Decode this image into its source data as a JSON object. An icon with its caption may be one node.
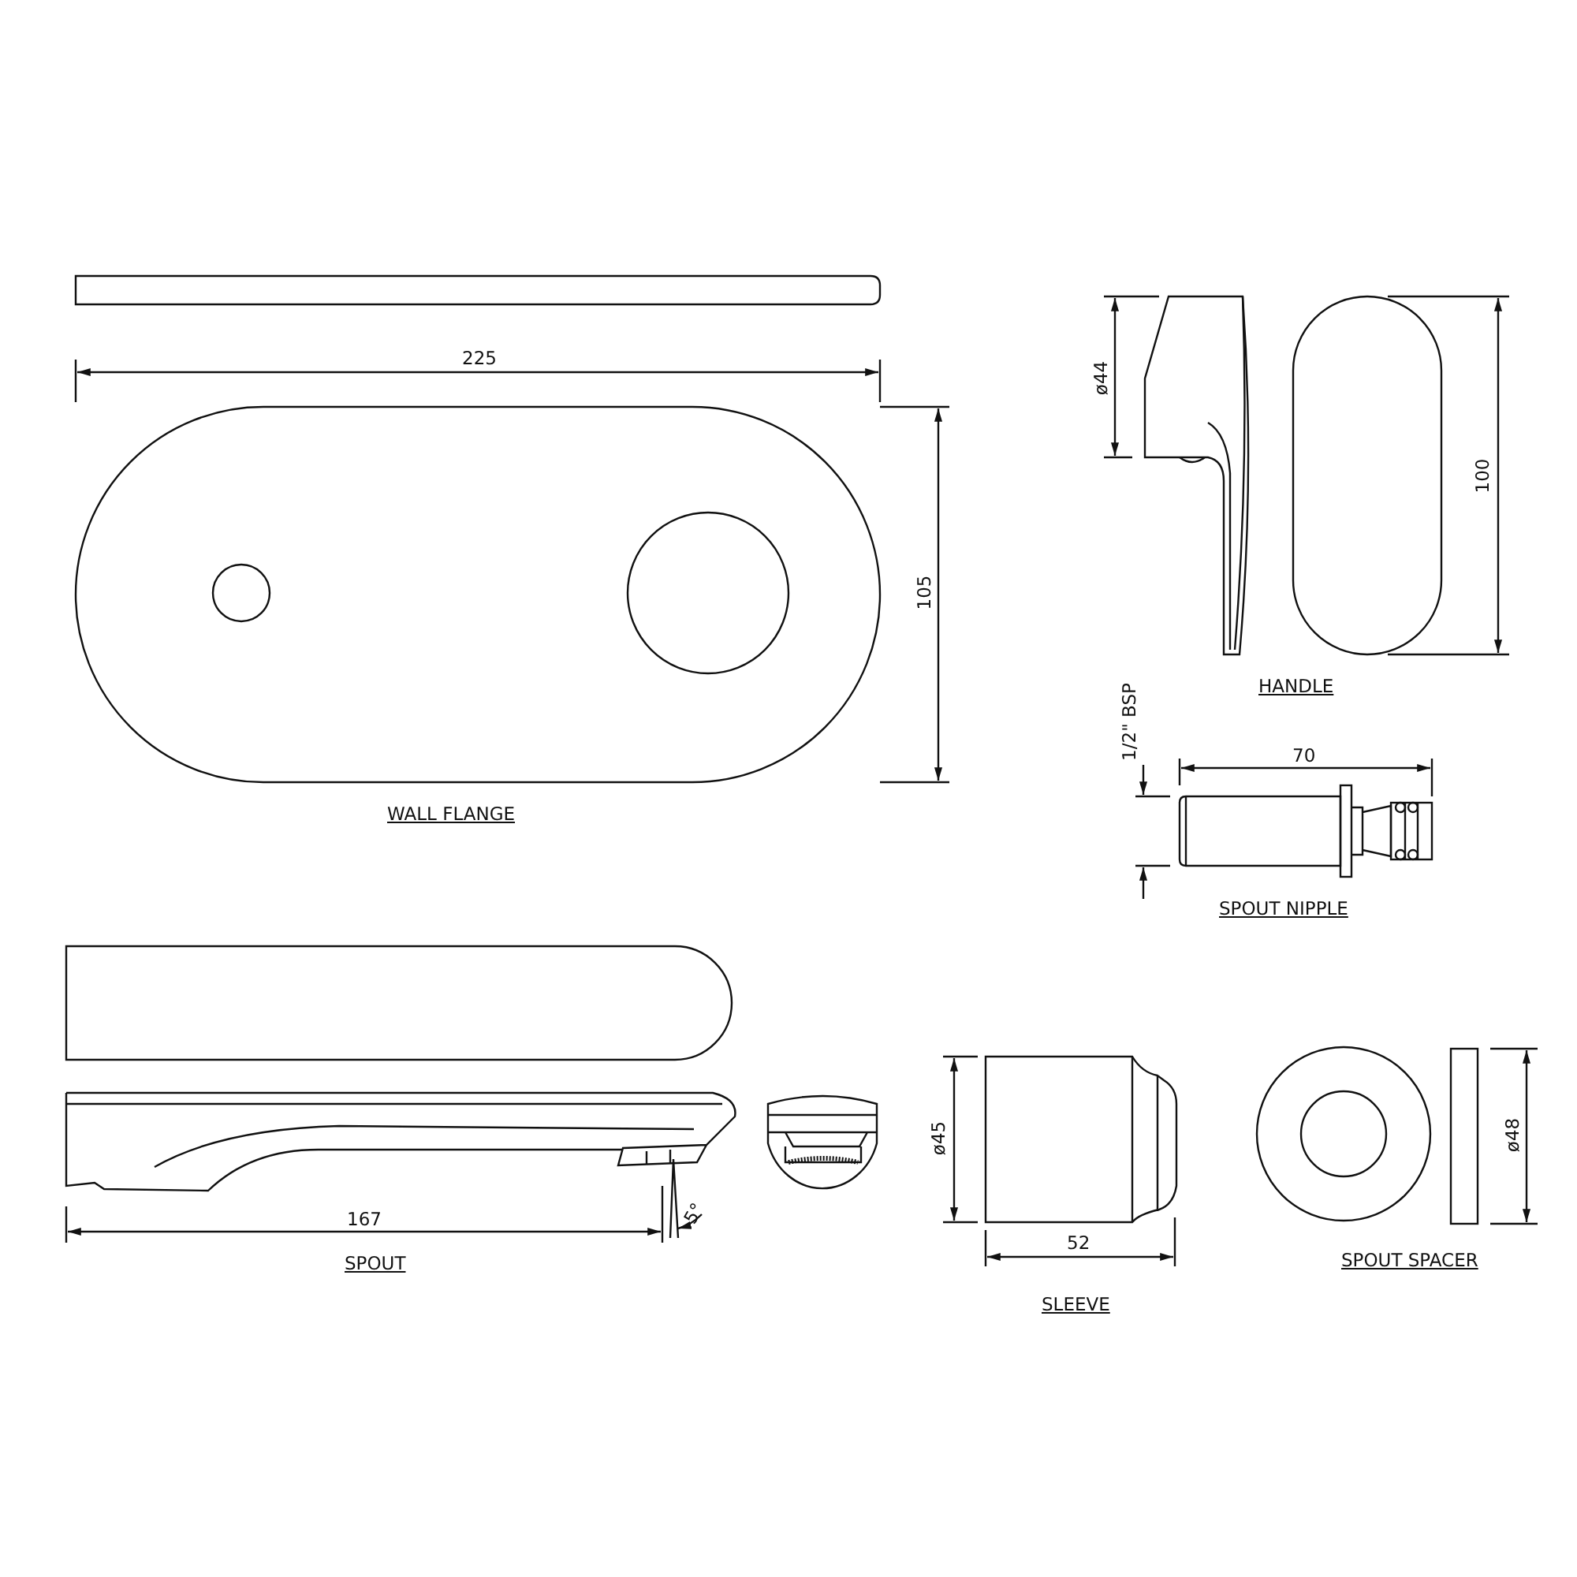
{
  "diagram": {
    "labels": [
      "225",
      "ø44",
      "100",
      "105",
      "HANDLE",
      "1/2\" BSP",
      "70",
      "WALL FLANGE",
      "SPOUT NIPPLE",
      "ø45",
      "ø48",
      "167",
      "5°",
      "SPOUT",
      "52",
      "SPOUT SPACER",
      "SLEEVE"
    ]
  }
}
